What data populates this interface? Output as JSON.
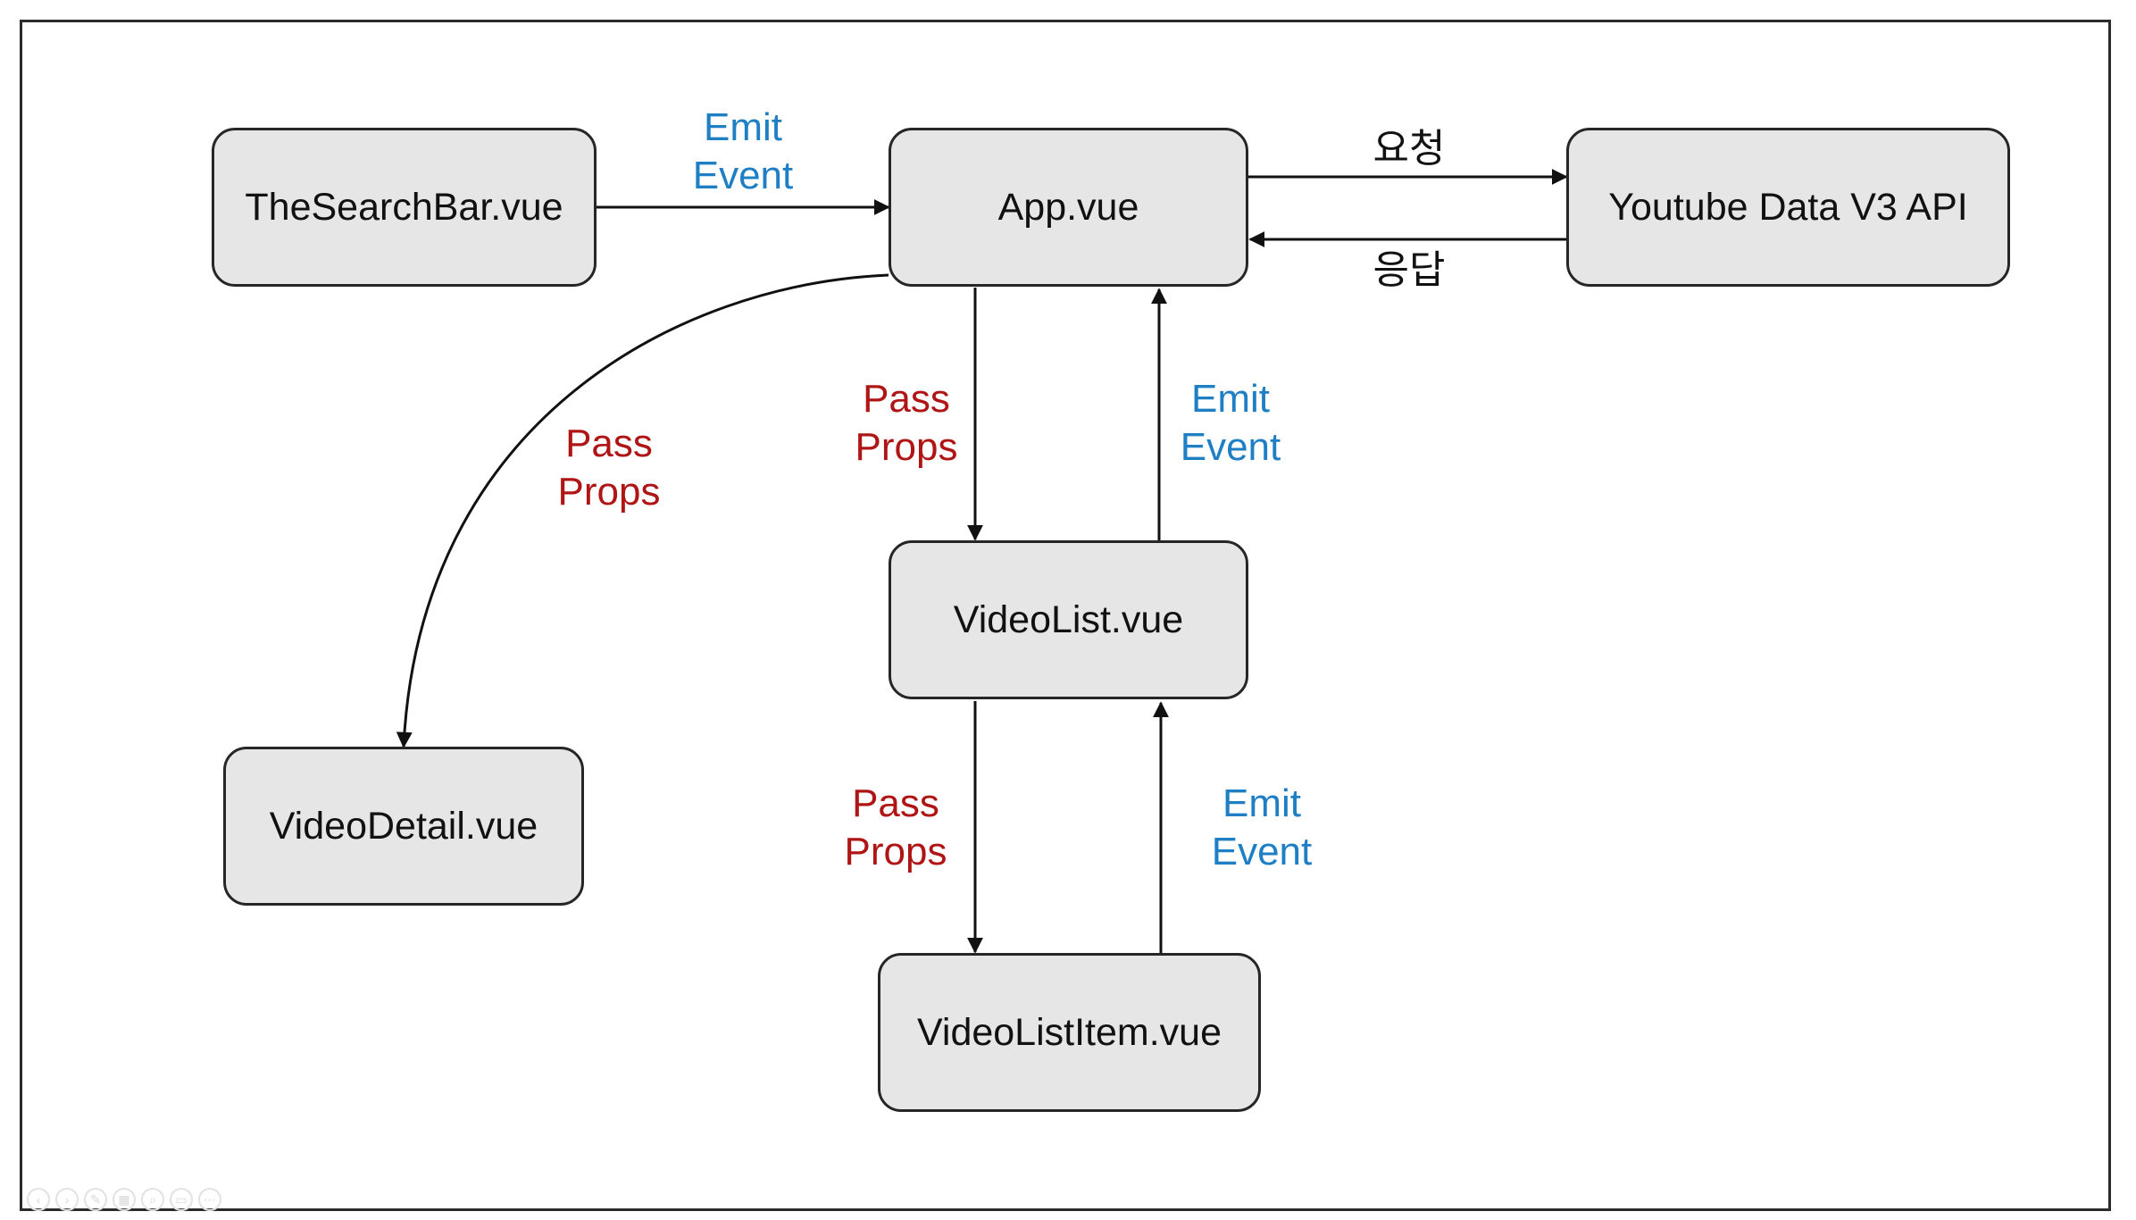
{
  "nodes": {
    "search_bar": "TheSearchBar.vue",
    "app": "App.vue",
    "youtube_api": "Youtube Data V3 API",
    "video_list": "VideoList.vue",
    "video_detail": "VideoDetail.vue",
    "video_list_item": "VideoListItem.vue"
  },
  "edges": {
    "search_to_app": {
      "line1": "Emit",
      "line2": "Event"
    },
    "app_to_api": {
      "text": "요청"
    },
    "api_to_app": {
      "text": "응답"
    },
    "app_to_detail": {
      "line1": "Pass",
      "line2": "Props"
    },
    "app_to_list": {
      "line1": "Pass",
      "line2": "Props"
    },
    "list_to_app": {
      "line1": "Emit",
      "line2": "Event"
    },
    "list_to_item": {
      "line1": "Pass",
      "line2": "Props"
    },
    "item_to_list": {
      "line1": "Emit",
      "line2": "Event"
    }
  },
  "colors": {
    "emit_event": "#1f7fc4",
    "pass_props": "#b01515",
    "node_fill": "#e6e6e6",
    "node_border": "#262626"
  }
}
